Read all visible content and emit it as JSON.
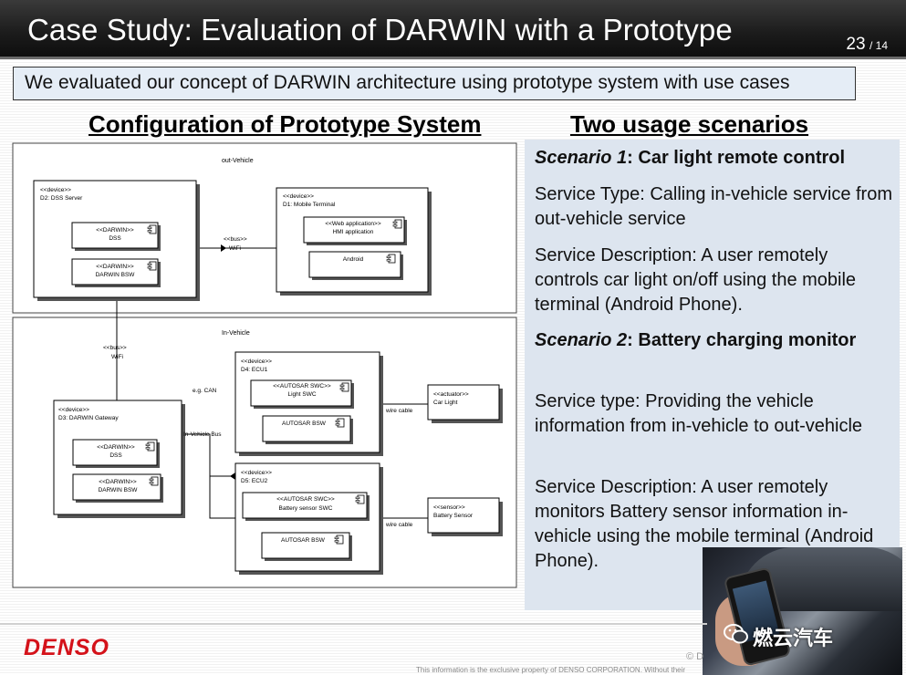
{
  "slide": {
    "title": "Case Study: Evaluation of DARWIN with a Prototype",
    "page_current": "23",
    "page_total": "/ 14",
    "summary": "We evaluated our concept of DARWIN architecture using prototype system with use cases"
  },
  "headings": {
    "config": "Configuration of Prototype System",
    "usage": "Two usage scenarios"
  },
  "diagram": {
    "out_vehicle_label": "out-Vehicle",
    "in_vehicle_label": "In-Vehicle",
    "d2": {
      "stereo": "<<device>>",
      "name": "D2: DSS Server",
      "c1_stereo": "<<DARWIN>>",
      "c1_name": "DSS",
      "c2_stereo": "<<DARWIN>>",
      "c2_name": "DARWIN BSW"
    },
    "d1": {
      "stereo": "<<device>>",
      "name": "D1: Mobile Terminal",
      "c1_stereo": "<<Web application>>",
      "c1_name": "HMI application",
      "c2_name": "Android"
    },
    "bus_top_stereo": "<<bus>>",
    "bus_top_name": "WiFi",
    "bus_mid_stereo": "<<bus>>",
    "bus_mid_name": "WiFi",
    "d3": {
      "stereo": "<<device>>",
      "name": "D3: DARWIN Gateway",
      "c1_stereo": "<<DARWIN>>",
      "c1_name": "DSS",
      "c2_stereo": "<<DARWIN>>",
      "c2_name": "DARWIN BSW"
    },
    "eg_can": "e.g. CAN",
    "in_vehicle_bus": "In-Vehicle Bus",
    "d4": {
      "stereo": "<<device>>",
      "name": "D4: ECU1",
      "c1_stereo": "<<AUTOSAR SWC>>",
      "c1_name": "Light SWC",
      "c2_name": "AUTOSAR BSW"
    },
    "d5": {
      "stereo": "<<device>>",
      "name": "D5: ECU2",
      "c1_stereo": "<<AUTOSAR SWC>>",
      "c1_name": "Battery sensor SWC",
      "c2_name": "AUTOSAR BSW"
    },
    "wire_cable_1": "wire cable",
    "wire_cable_2": "wire cable",
    "actuator": {
      "stereo": "<<actuator>>",
      "name": "Car Light"
    },
    "sensor": {
      "stereo": "<<sensor>>",
      "name": "Battery Sensor"
    }
  },
  "scenarios": {
    "s1_prefix": "Scenario 1",
    "s1_title": ": Car light remote control",
    "s1_type": "Service Type: Calling in-vehicle service from out-vehicle service",
    "s1_desc": "Service Description: A user remotely controls car light on/off using the mobile terminal (Android Phone).",
    "s2_prefix": "Scenario 2",
    "s2_title": ": Battery charging monitor",
    "s2_type": "Service type: Providing the vehicle information from in-vehicle to out-vehicle",
    "s2_desc": "Service Description: A user remotely monitors Battery sensor information in-vehicle using the mobile terminal (Android Phone)."
  },
  "footer": {
    "logo": "DENSO",
    "copyright": "© D",
    "disclaimer": "This information is the exclusive property of DENSO CORPORATION.  Without their"
  },
  "watermark": "燃云汽车",
  "colors": {
    "logo_red": "#d4121a",
    "panel_bg": "#dde5ef",
    "summary_bg": "#e5edf6",
    "title_bar": "#1c1c1c"
  }
}
